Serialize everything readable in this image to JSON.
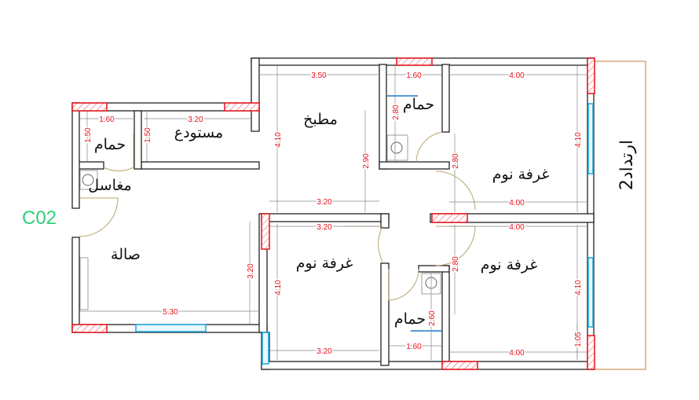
{
  "plan_tag": "C02",
  "rooms": {
    "kitchen": "مطبخ",
    "bath_top": "حمام",
    "storage": "مستودع",
    "bath_left": "حمام",
    "sinks": "مغاسل",
    "bedroom_top_right": "غرفة نوم",
    "living": "صالة",
    "bedroom_middle": "غرفة نوم",
    "bedroom_bottom_right": "غرفة نوم",
    "bath_bottom": "حمام",
    "setback": "ارتداد2"
  },
  "dimensions": [
    "1.60",
    "3.20",
    "3.50",
    "1.60",
    "4.00",
    "1.50",
    "1.50",
    "4.10",
    "2.80",
    "2.90",
    "2.80",
    "4.10",
    "3.20",
    "4.00",
    "3.20",
    "4.00",
    "3.20",
    "4.10",
    "2.80",
    "4.10",
    "2.60",
    "1.05",
    "5.30",
    "3.20",
    "1.60",
    "4.00"
  ],
  "colors": {
    "wall": "#222222",
    "dimension": "#e8101a",
    "column_hatch": "#e8101a",
    "window": "#19a8e0",
    "setback_outline": "#d9a878",
    "tag": "#2fd07a"
  }
}
